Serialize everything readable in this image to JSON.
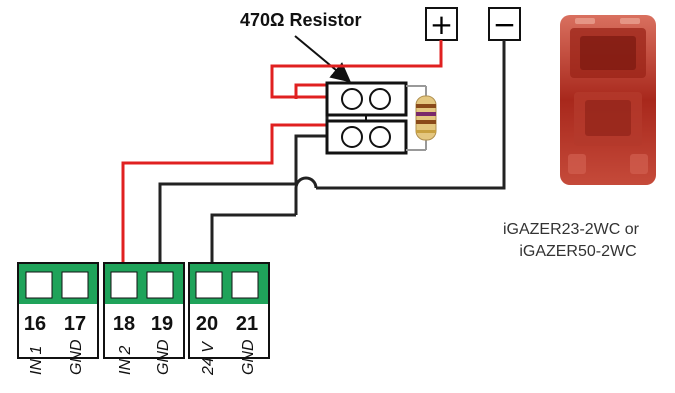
{
  "resistor": {
    "label": "470Ω Resistor"
  },
  "power": {
    "plus": "+",
    "minus": "−"
  },
  "device": {
    "line1": "iGAZER23-2WC or",
    "line2": "iGAZER50-2WC"
  },
  "terminals": [
    {
      "num": "16",
      "name": "IN 1"
    },
    {
      "num": "17",
      "name": "GND"
    },
    {
      "num": "18",
      "name": "IN 2"
    },
    {
      "num": "19",
      "name": "GND"
    },
    {
      "num": "20",
      "name": "24 V"
    },
    {
      "num": "21",
      "name": "GND"
    }
  ],
  "colors": {
    "wire_positive": "#e02020",
    "wire_ground": "#222222",
    "terminal_green": "#1fa35a",
    "device_red": "#c1392b"
  }
}
